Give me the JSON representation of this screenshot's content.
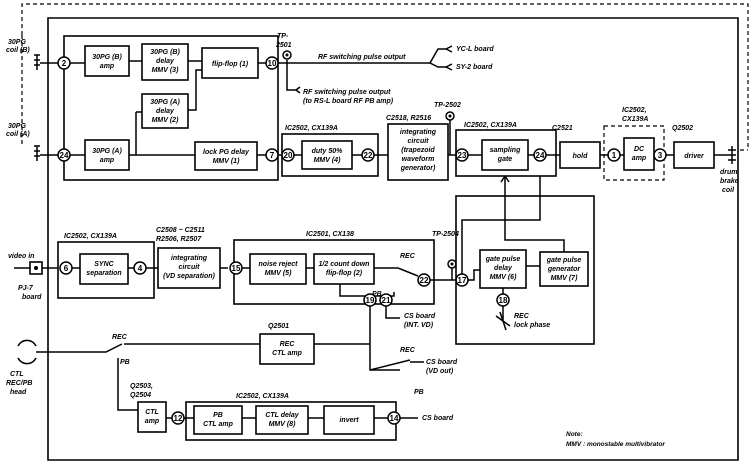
{
  "pins": {
    "p2": "2",
    "p24": "24",
    "p10": "10",
    "p7": "7",
    "p20": "20",
    "p22a": "22",
    "p23": "23",
    "p24b": "24",
    "p1": "1",
    "p3": "3",
    "p6": "6",
    "p4": "4",
    "p15": "15",
    "p22b": "22",
    "p17": "17",
    "p19": "19",
    "p21": "21",
    "p18": "18",
    "p12": "12",
    "p14": "14"
  },
  "left_labels": {
    "coil_b": [
      "30PG",
      "coil (B)"
    ],
    "coil_a": [
      "30PG",
      "coil (A)"
    ],
    "video_in": "video in",
    "pj7": [
      "PJ-7",
      "board"
    ],
    "ctl_head": [
      "CTL",
      "REC/PB",
      "head"
    ]
  },
  "blocks": {
    "amp_b": [
      "30PG (B)",
      "amp"
    ],
    "delay_b": [
      "30PG (B)",
      "delay",
      "MMV (3)"
    ],
    "flipflop": "flip-flop (1)",
    "delay_a": [
      "30PG (A)",
      "delay",
      "MMV (2)"
    ],
    "amp_a": [
      "30PG (A)",
      "amp"
    ],
    "lock_pg": [
      "lock PG delay",
      "MMV (1)"
    ],
    "duty": [
      "duty 50%",
      "MMV (4)"
    ],
    "integrating_trap": [
      "integrating",
      "circuit",
      "(trapezoid",
      "waveform",
      "generator)"
    ],
    "sampling": [
      "sampling",
      "gate"
    ],
    "hold": "hold",
    "dc_amp": [
      "DC",
      "amp"
    ],
    "driver": "driver",
    "sync": [
      "SYNC",
      "separation"
    ],
    "integrating_vd": [
      "integrating",
      "circuit",
      "(VD separation)"
    ],
    "noise": [
      "noise reject",
      "MMV (5)"
    ],
    "count": [
      "1/2 count down",
      "flip-flop (2)"
    ],
    "gate_delay": [
      "gate pulse",
      "delay",
      "MMV (6)"
    ],
    "gate_gen": [
      "gate pulse",
      "generator",
      "MMV (7)"
    ],
    "rec_ctl": [
      "REC",
      "CTL amp"
    ],
    "ctl_amp": [
      "CTL",
      "amp"
    ],
    "pb_ctl": [
      "PB",
      "CTL amp"
    ],
    "ctl_delay": [
      "CTL delay",
      "MMV (8)"
    ],
    "invert": "invert"
  },
  "ic_labels": {
    "tp2501": [
      "TP-",
      "2501"
    ],
    "ic2502_a": "IC2502, CX139A",
    "ic2518": "C2518, R2516",
    "tp2502": "TP-2502",
    "ic2502_b": "IC2502, CX139A",
    "c2521": "C2521",
    "ic2502_c": [
      "IC2502,",
      "CX139A"
    ],
    "q2502": "Q2502",
    "ic2502_d": [
      "IC2502, CX139A"
    ],
    "c2508": [
      "C2508 ~ C2511",
      "R2506, R2507"
    ],
    "ic2501": "IC2501, CX138",
    "tp2504": "TP-2504",
    "q2501": "Q2501",
    "q2503": [
      "Q2503,",
      "Q2504"
    ],
    "ic2502_e": "IC2502, CX139A"
  },
  "outputs": {
    "rf_switching": "RF switching pulse output",
    "ycl": "YC-L board",
    "sy2": "SY-2 board",
    "rf_rsl": [
      "RF switching pulse output",
      "(to RS-L board RF PB amp)"
    ],
    "drum": [
      "drum",
      "brake",
      "coil"
    ],
    "cs_int": [
      "CS board",
      "(INT. VD)"
    ],
    "cs_vd": [
      "CS board",
      "(VD out)"
    ],
    "cs_board": "CS board",
    "lock_phase": [
      "REC",
      "lock phase"
    ]
  },
  "switch_labels": {
    "rec1": "REC",
    "pb1": "PB",
    "rec2": "REC",
    "pb2": "PB",
    "pb3": "PB"
  },
  "note": [
    "Note:",
    "MMV : monostable multivibrator"
  ]
}
